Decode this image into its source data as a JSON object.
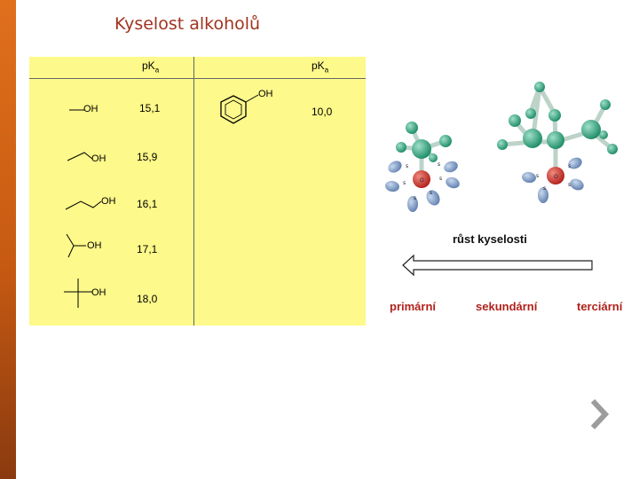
{
  "slide": {
    "title": "Kyselost alkoholů"
  },
  "table": {
    "header_left": "pKa",
    "header_right": "pKa",
    "rows_left": [
      {
        "group": "OH",
        "value": "15,1"
      },
      {
        "group": "OH",
        "value": "15,9"
      },
      {
        "group": "OH",
        "value": "16,1"
      },
      {
        "group": "OH",
        "value": "17,1"
      },
      {
        "group": "OH",
        "value": "18,0"
      }
    ],
    "rows_right": [
      {
        "group": "OH",
        "value": "10,0"
      }
    ]
  },
  "figure": {
    "trend_label": "růst kyselosti",
    "classes": [
      "primární",
      "sekundární",
      "terciární"
    ],
    "solvation_label": "S",
    "oxygen_label": "O"
  },
  "colors": {
    "title": "#a0331e",
    "table_bg": "#fdf98a",
    "class_labels": "#b0221c",
    "accent_bar": "#e0701c"
  },
  "icons": {
    "next": "chevron-right-icon"
  }
}
